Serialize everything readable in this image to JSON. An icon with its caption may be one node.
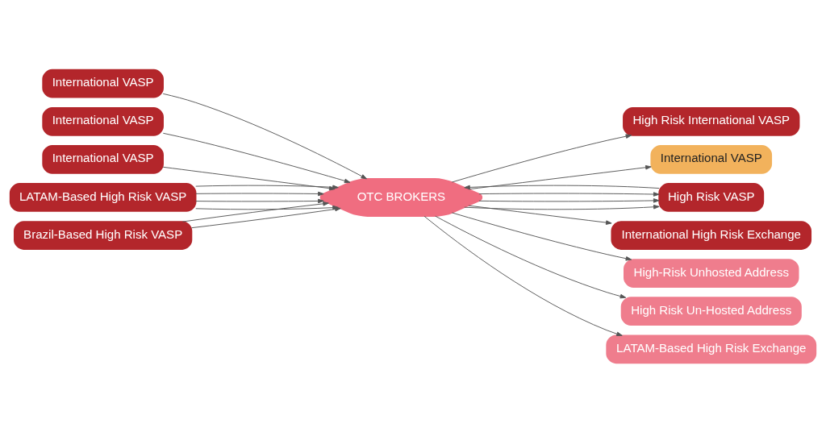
{
  "diagram": {
    "nodes": [
      {
        "text": [
          "International VASP"
        ]
      },
      {
        "text": [
          "International VASP"
        ]
      },
      {
        "text": [
          "International VASP"
        ]
      },
      {
        "text": [
          "LATAM-Based High Risk VASP"
        ]
      },
      {
        "text": [
          "Brazil-Based High Risk VASP"
        ]
      },
      {
        "text": [
          "OTC BROKERS"
        ]
      },
      {
        "text": [
          "High Risk International VASP"
        ]
      },
      {
        "text": [
          "International VASP"
        ]
      },
      {
        "text": [
          "High Risk VASP"
        ]
      },
      {
        "text": [
          "International High Risk Exchange"
        ]
      },
      {
        "text": [
          "High-Risk Unhosted Address"
        ]
      },
      {
        "text": [
          "High Risk Un-Hosted Address"
        ]
      },
      {
        "text": [
          "LATAM-Based High Risk Exchange"
        ]
      }
    ],
    "edges": [
      {
        "from": 0,
        "to": 5,
        "arrow": "to"
      },
      {
        "from": 1,
        "to": 5,
        "arrow": "to"
      },
      {
        "from": 2,
        "to": 5,
        "arrow": "to"
      },
      {
        "from": 3,
        "to": 5,
        "arrow": "to"
      },
      {
        "from": 3,
        "to": 5,
        "arrow": "to"
      },
      {
        "from": 3,
        "to": 5,
        "arrow": "to"
      },
      {
        "from": 3,
        "to": 5,
        "arrow": "to"
      },
      {
        "from": 4,
        "to": 5,
        "arrow": "to"
      },
      {
        "from": 4,
        "to": 5,
        "arrow": "to"
      },
      {
        "from": 5,
        "to": 6,
        "arrow": "to"
      },
      {
        "from": 5,
        "to": 7,
        "arrow": "to"
      },
      {
        "from": 5,
        "to": 8,
        "arrow": "to"
      },
      {
        "from": 5,
        "to": 8,
        "arrow": "to"
      },
      {
        "from": 5,
        "to": 8,
        "arrow": "to"
      },
      {
        "from": 8,
        "to": 5,
        "arrow": "to"
      },
      {
        "from": 5,
        "to": 9,
        "arrow": "to"
      },
      {
        "from": 5,
        "to": 10,
        "arrow": "to"
      },
      {
        "from": 5,
        "to": 11,
        "arrow": "to"
      },
      {
        "from": 5,
        "to": 12,
        "arrow": "to"
      }
    ]
  }
}
